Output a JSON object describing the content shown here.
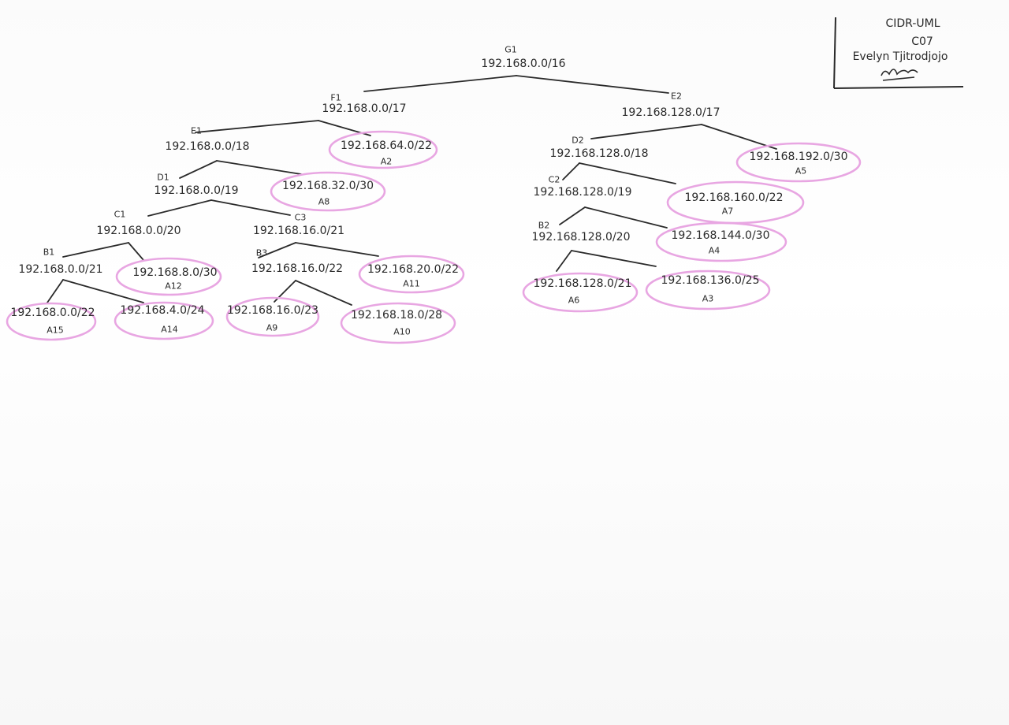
{
  "signature": {
    "line1": "CIDR-UML",
    "line2": "C07",
    "line3": "Evelyn Tjitrodjojo"
  },
  "tree": {
    "G1": {
      "name": "G1",
      "net": "192.168.0.0/16"
    },
    "F1": {
      "name": "F1",
      "net": "192.168.0.0/17"
    },
    "E2": {
      "name": "E2",
      "net": "192.168.128.0/17"
    },
    "E1": {
      "name": "E1",
      "net": "192.168.0.0/18"
    },
    "A2": {
      "name": "A2",
      "net": "192.168.64.0/22"
    },
    "D1": {
      "name": "D1",
      "net": "192.168.0.0/19"
    },
    "A8": {
      "name": "A8",
      "net": "192.168.32.0/30"
    },
    "C1": {
      "name": "C1",
      "net": "192.168.0.0/20"
    },
    "C3": {
      "name": "C3",
      "net": "192.168.16.0/21"
    },
    "B1": {
      "name": "B1",
      "net": "192.168.0.0/21"
    },
    "A12": {
      "name": "A12",
      "net": "192.168.8.0/30"
    },
    "B3": {
      "name": "B3",
      "net": "192.168.16.0/22"
    },
    "A11": {
      "name": "A11",
      "net": "192.168.20.0/22"
    },
    "A15": {
      "name": "A15",
      "net": "192.168.0.0/22"
    },
    "A14": {
      "name": "A14",
      "net": "192.168.4.0/24"
    },
    "A9": {
      "name": "A9",
      "net": "192.168.16.0/23"
    },
    "A10": {
      "name": "A10",
      "net": "192.168.18.0/28"
    },
    "D2": {
      "name": "D2",
      "net": "192.168.128.0/18"
    },
    "A5": {
      "name": "A5",
      "net": "192.168.192.0/30"
    },
    "C2": {
      "name": "C2",
      "net": "192.168.128.0/19"
    },
    "A7": {
      "name": "A7",
      "net": "192.168.160.0/22"
    },
    "B2": {
      "name": "B2",
      "net": "192.168.128.0/20"
    },
    "A4": {
      "name": "A4",
      "net": "192.168.144.0/30"
    },
    "A6": {
      "name": "A6",
      "net": "192.168.128.0/21"
    },
    "A3": {
      "name": "A3",
      "net": "192.168.136.0/25"
    }
  },
  "colors": {
    "ink": "#2a2a2a",
    "highlight": "#e8a6e2",
    "paper": "#ffffff"
  }
}
